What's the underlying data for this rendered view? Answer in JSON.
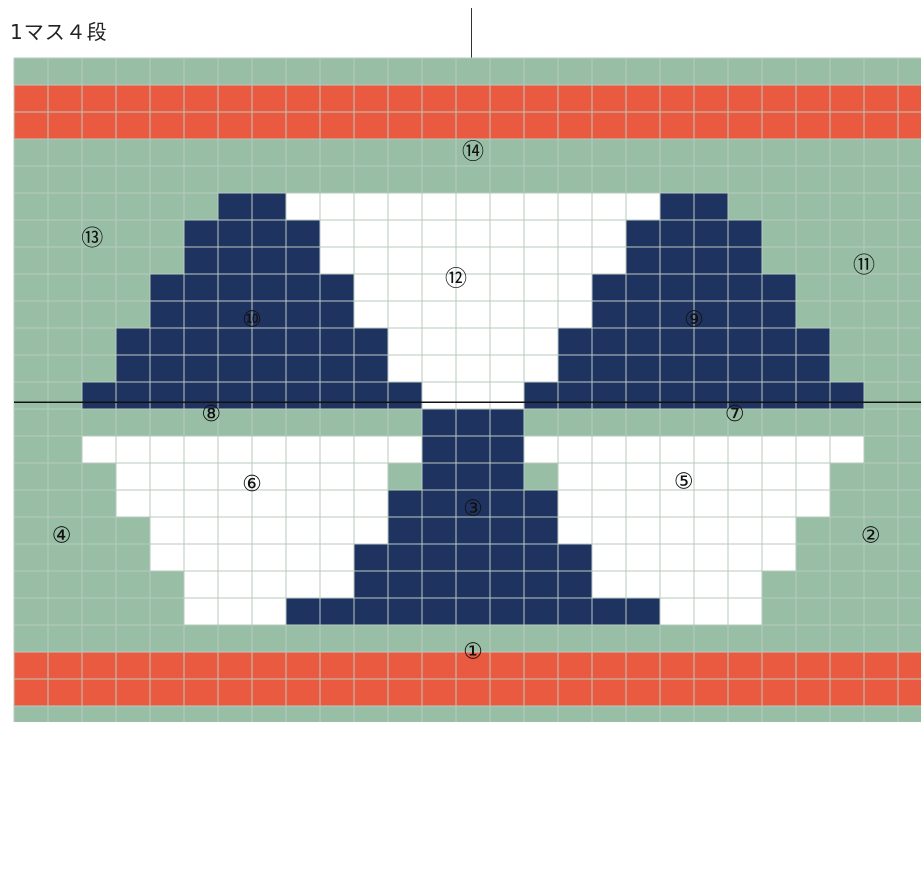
{
  "header": {
    "title": "1マス４段"
  },
  "colors": {
    "background": "#98bea6",
    "red": "#ea5a40",
    "navy": "#1f3361",
    "white": "#ffffff",
    "grid": "#b9c9bd",
    "line": "#111111"
  },
  "chart_data": {
    "type": "grid-pattern",
    "cols": 27,
    "rows": 24,
    "red_rows": [
      1,
      2,
      22,
      23
    ],
    "navy_runs": [
      [
        5,
        6,
        7
      ],
      [
        5,
        19,
        20
      ],
      [
        6,
        5,
        8
      ],
      [
        6,
        18,
        21
      ],
      [
        7,
        5,
        8
      ],
      [
        7,
        18,
        21
      ],
      [
        8,
        4,
        9
      ],
      [
        8,
        17,
        22
      ],
      [
        9,
        4,
        9
      ],
      [
        9,
        17,
        22
      ],
      [
        10,
        3,
        10
      ],
      [
        10,
        16,
        23
      ],
      [
        11,
        3,
        10
      ],
      [
        11,
        16,
        23
      ],
      [
        12,
        2,
        11
      ],
      [
        12,
        15,
        24
      ],
      [
        13,
        12,
        14
      ],
      [
        14,
        12,
        14
      ],
      [
        15,
        12,
        14
      ],
      [
        16,
        11,
        15
      ],
      [
        17,
        11,
        15
      ],
      [
        18,
        10,
        16
      ],
      [
        19,
        10,
        16
      ],
      [
        20,
        8,
        18
      ]
    ],
    "white_runs": [
      [
        5,
        8,
        18
      ],
      [
        6,
        9,
        17
      ],
      [
        7,
        9,
        17
      ],
      [
        8,
        10,
        16
      ],
      [
        9,
        10,
        16
      ],
      [
        10,
        11,
        15
      ],
      [
        11,
        11,
        15
      ],
      [
        12,
        12,
        14
      ],
      [
        14,
        2,
        11
      ],
      [
        14,
        15,
        24
      ],
      [
        15,
        3,
        10
      ],
      [
        15,
        16,
        23
      ],
      [
        16,
        3,
        10
      ],
      [
        16,
        16,
        23
      ],
      [
        17,
        4,
        10
      ],
      [
        17,
        16,
        22
      ],
      [
        18,
        4,
        9
      ],
      [
        18,
        17,
        22
      ],
      [
        19,
        5,
        9
      ],
      [
        19,
        17,
        21
      ],
      [
        20,
        5,
        7
      ],
      [
        20,
        19,
        21
      ]
    ],
    "labels": [
      {
        "text": "⑭",
        "col": 13.5,
        "row": 3.5
      },
      {
        "text": "⑬",
        "col": 2.3,
        "row": 6.7
      },
      {
        "text": "⑫",
        "col": 13,
        "row": 8.2
      },
      {
        "text": "⑪",
        "col": 25,
        "row": 7.7
      },
      {
        "text": "⑩",
        "col": 7,
        "row": 9.7
      },
      {
        "text": "⑨",
        "col": 20,
        "row": 9.7
      },
      {
        "text": "⑧",
        "col": 5.8,
        "row": 13.2
      },
      {
        "text": "⑦",
        "col": 21.2,
        "row": 13.2
      },
      {
        "text": "⑥",
        "col": 7,
        "row": 15.8
      },
      {
        "text": "⑤",
        "col": 19.7,
        "row": 15.7
      },
      {
        "text": "④",
        "col": 1.4,
        "row": 17.7
      },
      {
        "text": "③",
        "col": 13.5,
        "row": 16.7
      },
      {
        "text": "②",
        "col": 25.2,
        "row": 17.7
      },
      {
        "text": "①",
        "col": 13.5,
        "row": 22.0
      }
    ],
    "divider_row": 12.75
  }
}
